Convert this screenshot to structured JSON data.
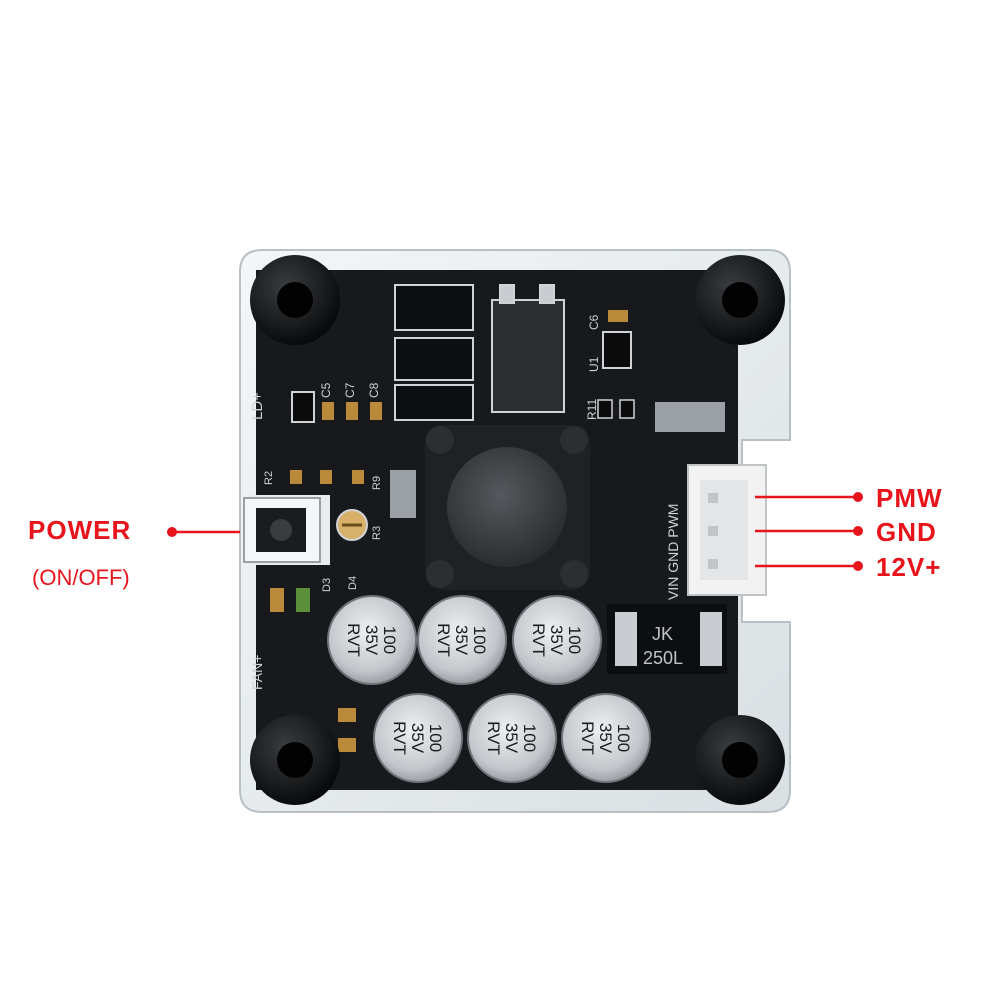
{
  "colors": {
    "callout": "#e8141c",
    "pcb": "#17191c",
    "acrylic": "#e9eef0",
    "silkscreen": "#cfd3d6",
    "capacitor": "#c9ccd0",
    "connector": "#f2f2f2"
  },
  "callouts": {
    "power": "POWER",
    "power_sub": "(ON/OFF)",
    "pmw": "PMW",
    "gnd": "GND",
    "v12": "12V+"
  },
  "silkscreen": {
    "ld": "LD+",
    "fan": "FAN+",
    "c5": "C5",
    "c7": "C7",
    "c8": "C8",
    "c6": "C6",
    "u1": "U1",
    "r11": "R11",
    "r2": "R2",
    "r9": "R9",
    "r3": "R3",
    "d3": "D3",
    "d4": "D4",
    "connector_pins": "VIN GND PWM",
    "inductor_line1": "JK",
    "inductor_line2": "250L"
  },
  "capacitor_label": {
    "line1": "100",
    "line2": "35V",
    "line3": "RVT"
  },
  "icons": [
    "mounting-screw-icon",
    "tact-switch-icon",
    "potentiometer-icon"
  ]
}
